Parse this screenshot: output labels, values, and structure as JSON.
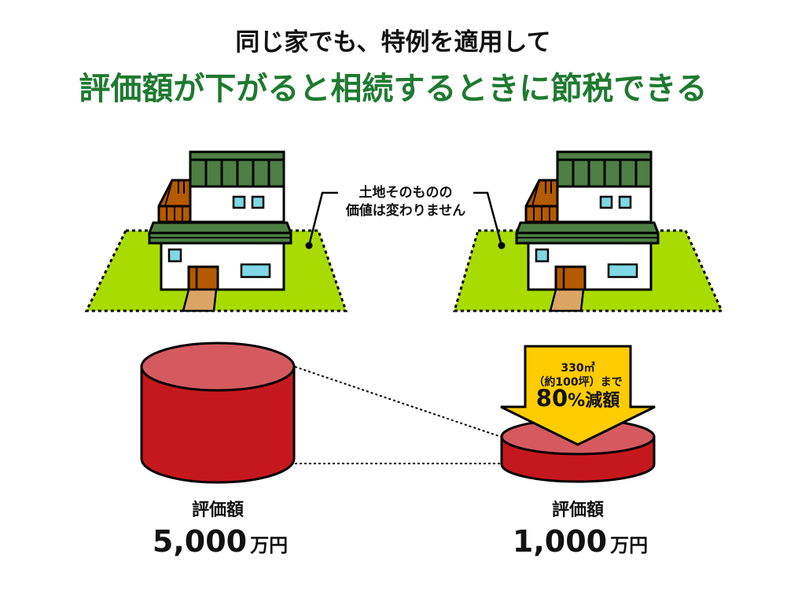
{
  "title": {
    "line1": "同じ家でも、特例を適用して",
    "line2": "評価額が下がると相続するときに節税できる"
  },
  "callout": {
    "line1": "土地そのものの",
    "line2": "価値は変わりません"
  },
  "arrow": {
    "line1": "330㎡",
    "line2": "（約100坪）まで",
    "line3_number": "80",
    "line3_suffix": "%減額"
  },
  "left": {
    "label": "評価額",
    "value": "5,000",
    "unit": "万円"
  },
  "right": {
    "label": "評価額",
    "value": "1,000",
    "unit": "万円"
  },
  "colors": {
    "green_text": "#1e7a30",
    "lawn": "#a8dc00",
    "roof": "#4e7f44",
    "cylinder_top": "#d55a60",
    "cylinder_side": "#c5181e",
    "arrow": "#ffcc00"
  }
}
